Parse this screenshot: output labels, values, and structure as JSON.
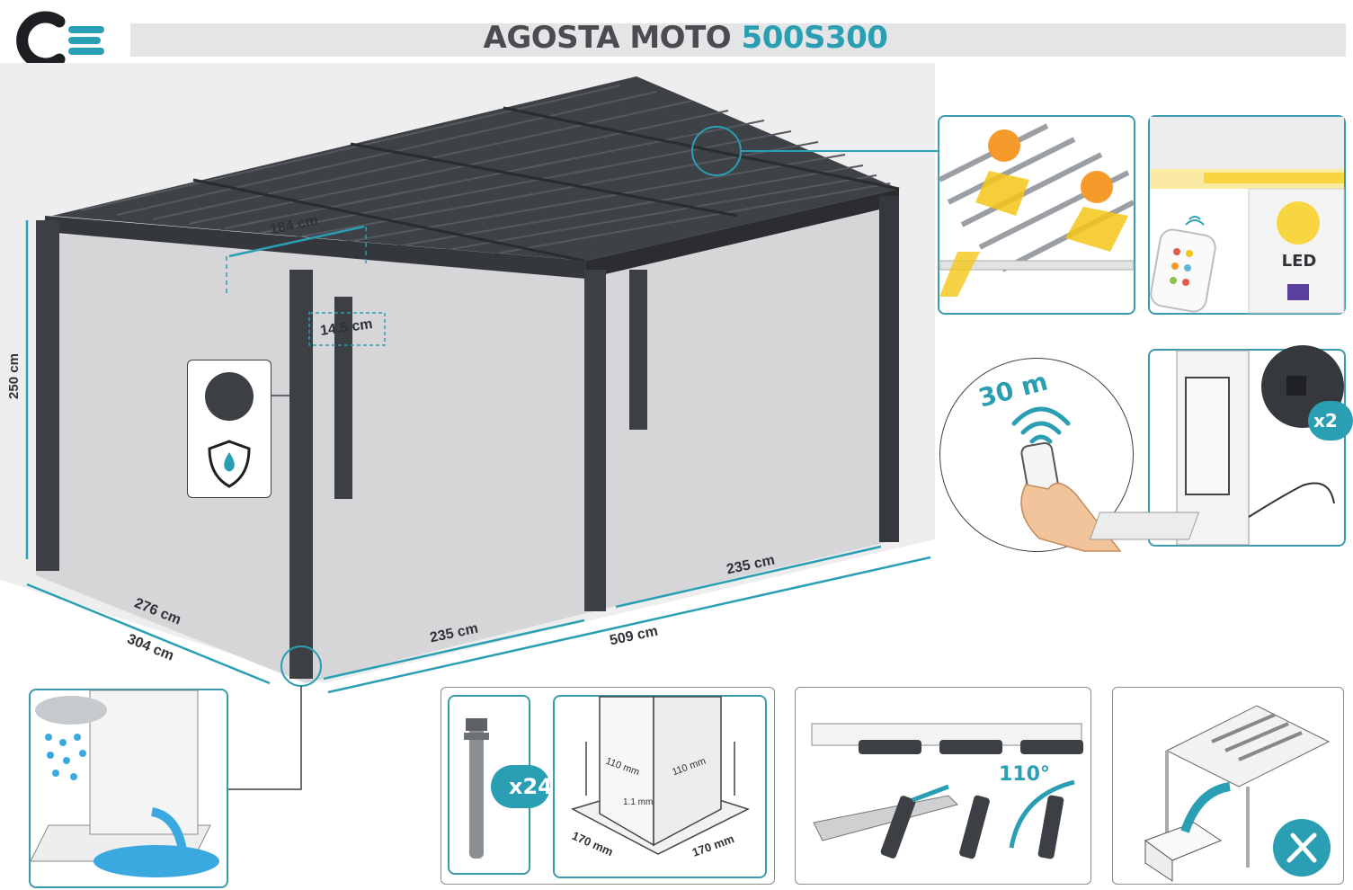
{
  "header": {
    "title_main": "AGOSTA MOTO",
    "title_model": "500S300"
  },
  "dimensions": {
    "louver_width": "184 cm",
    "louver_height": "14.5 cm",
    "height": "250 cm",
    "inner_depth": "276 cm",
    "outer_depth": "304 cm",
    "span_front": "235 cm",
    "span_back": "235 cm",
    "total_length": "509 cm"
  },
  "features": {
    "remote_range": "30 m",
    "led_label": "LED",
    "motor_count": "x2",
    "bolt_count": "x24",
    "rotation_angle": "110°"
  },
  "base_plate": {
    "dim_a": "110 mm",
    "dim_b": "110 mm",
    "gap": "1.1 mm",
    "side_a": "170 mm",
    "side_b": "170 mm"
  },
  "colors": {
    "frame": "#3c3f44",
    "accent": "#2a9fb3",
    "panel_border": "#3b9bae",
    "sun": "#f5c518",
    "water": "#3aa9e0"
  },
  "icons": [
    "logo-icon",
    "color-swatch-icon",
    "waterproof-shield-icon",
    "sun-icon",
    "remote-control-icon",
    "led-bulb-icon",
    "wifi-signal-icon",
    "hand-remote-icon",
    "power-plug-icon",
    "bolt-icon",
    "tools-icon",
    "box-icon",
    "rain-cloud-icon"
  ]
}
